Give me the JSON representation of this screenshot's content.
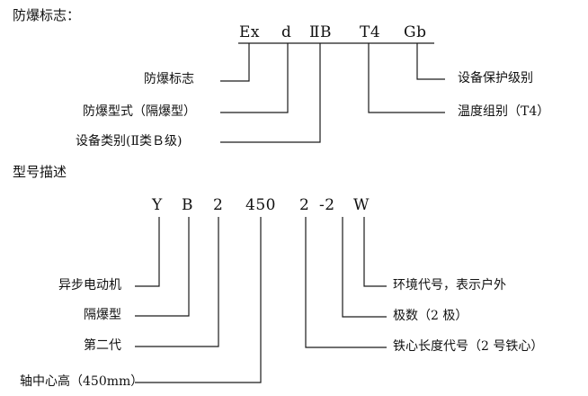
{
  "ex_heading": "防爆标志：",
  "ex_code": [
    "Ex",
    "d",
    "ⅡB",
    "T4",
    "Gb"
  ],
  "ex_labels": {
    "mark": "防爆标志",
    "type": "防爆型式（隔爆型）",
    "category": "设备类别(Ⅱ类Ｂ级)",
    "protection": "设备保护级别",
    "temperature": "温度组别（T4）"
  },
  "model_heading": "型号描述",
  "model_code": [
    "Y",
    "B",
    "2",
    "450",
    "2",
    "-2",
    "W"
  ],
  "model_labels": {
    "motor": "异步电动机",
    "explosion": "隔爆型",
    "generation": "第二代",
    "shaft": "轴中心高（450mm）",
    "environment": "环境代号，表示户外",
    "poles": "极数（2 极）",
    "core": "铁心长度代号（2 号铁心）"
  }
}
